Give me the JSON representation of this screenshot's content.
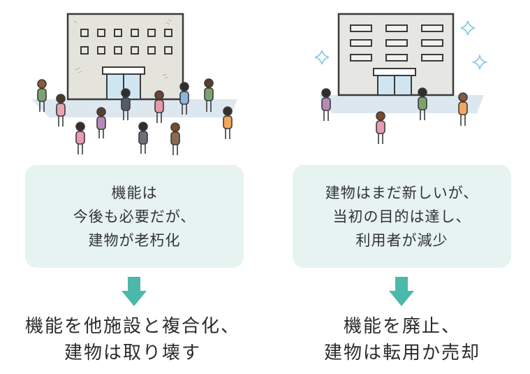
{
  "colors": {
    "box_bg": "#e6f3f1",
    "arrow": "#4cb8a9",
    "ground": "#dde7f0",
    "sparkle": "#a9d8ef",
    "text": "#2f2f2f"
  },
  "left": {
    "box_lines": [
      "機能は",
      "今後も必要だが、",
      "建物が老朽化"
    ],
    "result_lines": [
      "機能を他施設と複合化、",
      "建物は取り壊す"
    ]
  },
  "right": {
    "box_lines": [
      "建物はまだ新しいが、",
      "当初の目的は達し、",
      "利用者が減少"
    ],
    "result_lines": [
      "機能を廃止、",
      "建物は転用か売却"
    ]
  }
}
